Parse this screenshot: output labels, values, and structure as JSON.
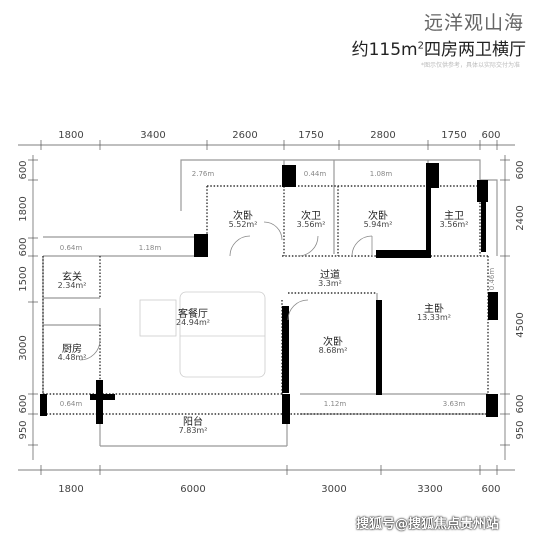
{
  "header": {
    "project_name": "远洋观山海",
    "subtitle_prefix": "约115m",
    "subtitle_sup": "2",
    "subtitle_suffix": "四房两卫横厅",
    "note": "*图示仅供参考，具体以实际交付为准"
  },
  "dimensions": {
    "top": [
      "1800",
      "3400",
      "2600",
      "1750",
      "2800",
      "1750",
      "600"
    ],
    "bottom": [
      "1800",
      "6000",
      "3000",
      "3300",
      "600"
    ],
    "left": [
      "600",
      "1800",
      "600",
      "1500",
      "3000",
      "600",
      "950"
    ],
    "right": [
      "600",
      "2400",
      "4500",
      "600",
      "950"
    ]
  },
  "rooms": [
    {
      "name": "次卧",
      "area": "5.52m²"
    },
    {
      "name": "次卫",
      "area": "3.56m²"
    },
    {
      "name": "次卧",
      "area": "5.94m²"
    },
    {
      "name": "主卫",
      "area": "3.56m²"
    },
    {
      "name": "玄关",
      "area": "2.34m²"
    },
    {
      "name": "过道",
      "area": "3.3m²"
    },
    {
      "name": "客餐厅",
      "area": "24.94m²"
    },
    {
      "name": "主卧",
      "area": "13.33m²"
    },
    {
      "name": "厨房",
      "area": "4.48m²"
    },
    {
      "name": "次卧",
      "area": "8.68m²"
    },
    {
      "name": "阳台",
      "area": "7.83m²"
    }
  ],
  "balcony_dims": [
    "2.76m",
    "0.44m",
    "1.08m",
    "0.64m",
    "1.18m",
    "0.46m",
    "0.64m",
    "1.12m",
    "3.63m"
  ],
  "watermark": "搜狐号@搜狐焦点贵州站"
}
